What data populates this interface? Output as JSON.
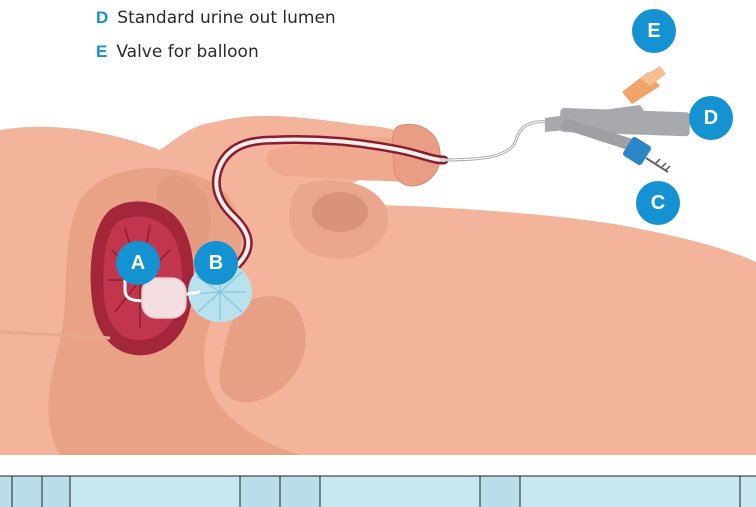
{
  "legend": [
    {
      "key": "D",
      "text": "Standard urine out lumen"
    },
    {
      "key": "E",
      "text": "Valve for balloon"
    }
  ],
  "markers": [
    {
      "id": "A",
      "label": "A"
    },
    {
      "id": "B",
      "label": "B"
    },
    {
      "id": "C",
      "label": "C"
    },
    {
      "id": "D",
      "label": "D"
    },
    {
      "id": "E",
      "label": "E"
    }
  ],
  "colors": {
    "skin": "#f3b49b",
    "skin_shadow": "#e8a288",
    "bladder": "#a3263a",
    "prostate": "#b7e2ee",
    "badge": "#1592d2",
    "catheter_body": "#a7a9ac",
    "valve_orange": "#f1a36a",
    "connector_blue": "#2b86c8",
    "mattress": "#c9e7f1"
  }
}
